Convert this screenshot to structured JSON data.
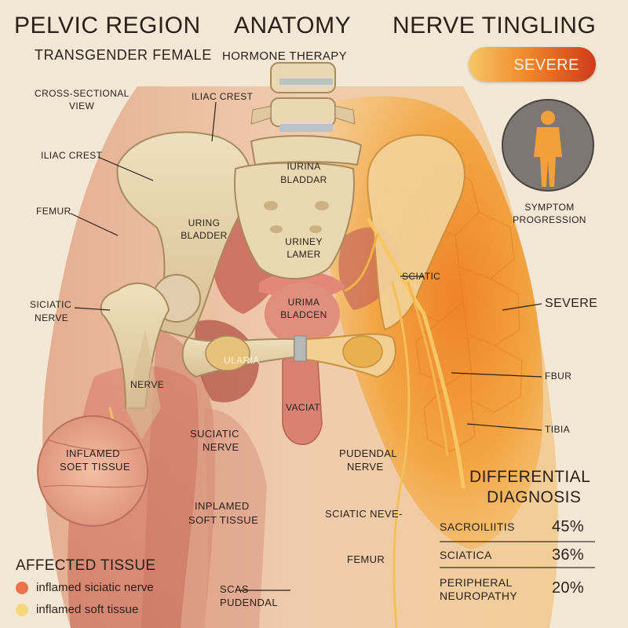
{
  "header": {
    "title_left": "PELVIC REGION",
    "title_mid": "ANATOMY",
    "title_right": "NERVE TINGLING",
    "subtitle_a": "TRANSGENDER FEMALE",
    "subtitle_b": "HORMONE THERAPY"
  },
  "severity_badge": {
    "label": "SEVERE",
    "colors": [
      "#f7c766",
      "#f08a2c",
      "#cf3a1a"
    ]
  },
  "symptom_progression": {
    "label_line1": "SYMPTOM",
    "label_line2": "PROGRESSION",
    "icon": "human-figure-icon"
  },
  "labels": {
    "cross_sectional_1": "CROSS-SECTIONAL",
    "cross_sectional_2": "VIEW",
    "iliac_crest_top": "ILIAC CREST",
    "iliac_crest_left": "ILIAC CREST",
    "femur_left": "FEMUR",
    "sciatic_nerve_left_1": "SICIATIC",
    "sciatic_nerve_left_2": "NERVE",
    "nerve_left": "NERVE",
    "urina_bladdar_1": "IURINA",
    "urina_bladdar_2": "BLADDAR",
    "urinig_bladder_1": "URING",
    "urinig_bladder_2": "BLADDER",
    "uriney_lamer_1": "URINEY",
    "uriney_lamer_2": "LAMER",
    "urima_bladcen_1": "URIMA",
    "urima_bladcen_2": "BLADCEN",
    "ularia": "ULARIA",
    "vaciat": "VACIAT",
    "suciatic_nerve_1": "SUCIATIC",
    "suciatic_nerve_2": "NERVE",
    "inplamed_1": "INPLAMED",
    "inplamed_2": "SOFT TISSUE",
    "inflamed_inset_1": "INFLAMED",
    "inflamed_inset_2": "SOET TISSUE",
    "pudendal_nerve_1": "PUDENDAL",
    "pudendal_nerve_2": "NERVE",
    "sciatic_neve": "SCIATIC NEVE-",
    "femur_bottom": "FEMUR",
    "scas_1": "SCAS",
    "scas_2": "PUDENDAL",
    "sciatic_right": "SCIATIC",
    "severe_right": "SEVERE",
    "fbur": "FBUR",
    "tibia": "TIBIA"
  },
  "differential": {
    "title_line1": "DIFFERENTIAL",
    "title_line2": "DIAGNOSIS",
    "items": [
      {
        "name": "SACROILIITIS",
        "value": "45%"
      },
      {
        "name": "SCIATICA",
        "value": "36%"
      },
      {
        "name_line1": "PERIPHERAL",
        "name_line2": "NEUROPATHY",
        "value": "20%"
      }
    ]
  },
  "legend": {
    "title": "AFFECTED TISSUE",
    "items": [
      {
        "label": "inflamed siciatic nerve",
        "color": "#e8744a"
      },
      {
        "label": "inflamed soft tissue",
        "color": "#f6d77a"
      }
    ]
  },
  "colors": {
    "background": "#f3e8d6",
    "bone": "#e6d3ad",
    "muscle": "#d98a7a",
    "inflamed": "#f29a2e",
    "nerve": "#f0b43c"
  }
}
